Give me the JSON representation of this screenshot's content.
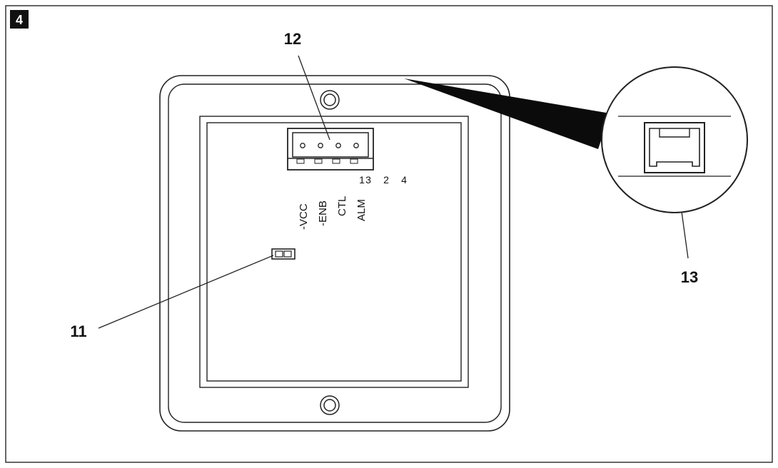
{
  "figure": {
    "number": "4"
  },
  "callouts": {
    "sensor": "11",
    "terminal_block": "12",
    "network_port": "13"
  },
  "terminal": {
    "pin_numbers": [
      "1",
      "3",
      "2",
      "4"
    ],
    "signals": [
      "-VCC",
      "-ENB",
      "CTL",
      "ALM"
    ]
  },
  "colors": {
    "line": "#222222",
    "ink": "#111111",
    "badge": "#111111",
    "background": "#ffffff"
  }
}
